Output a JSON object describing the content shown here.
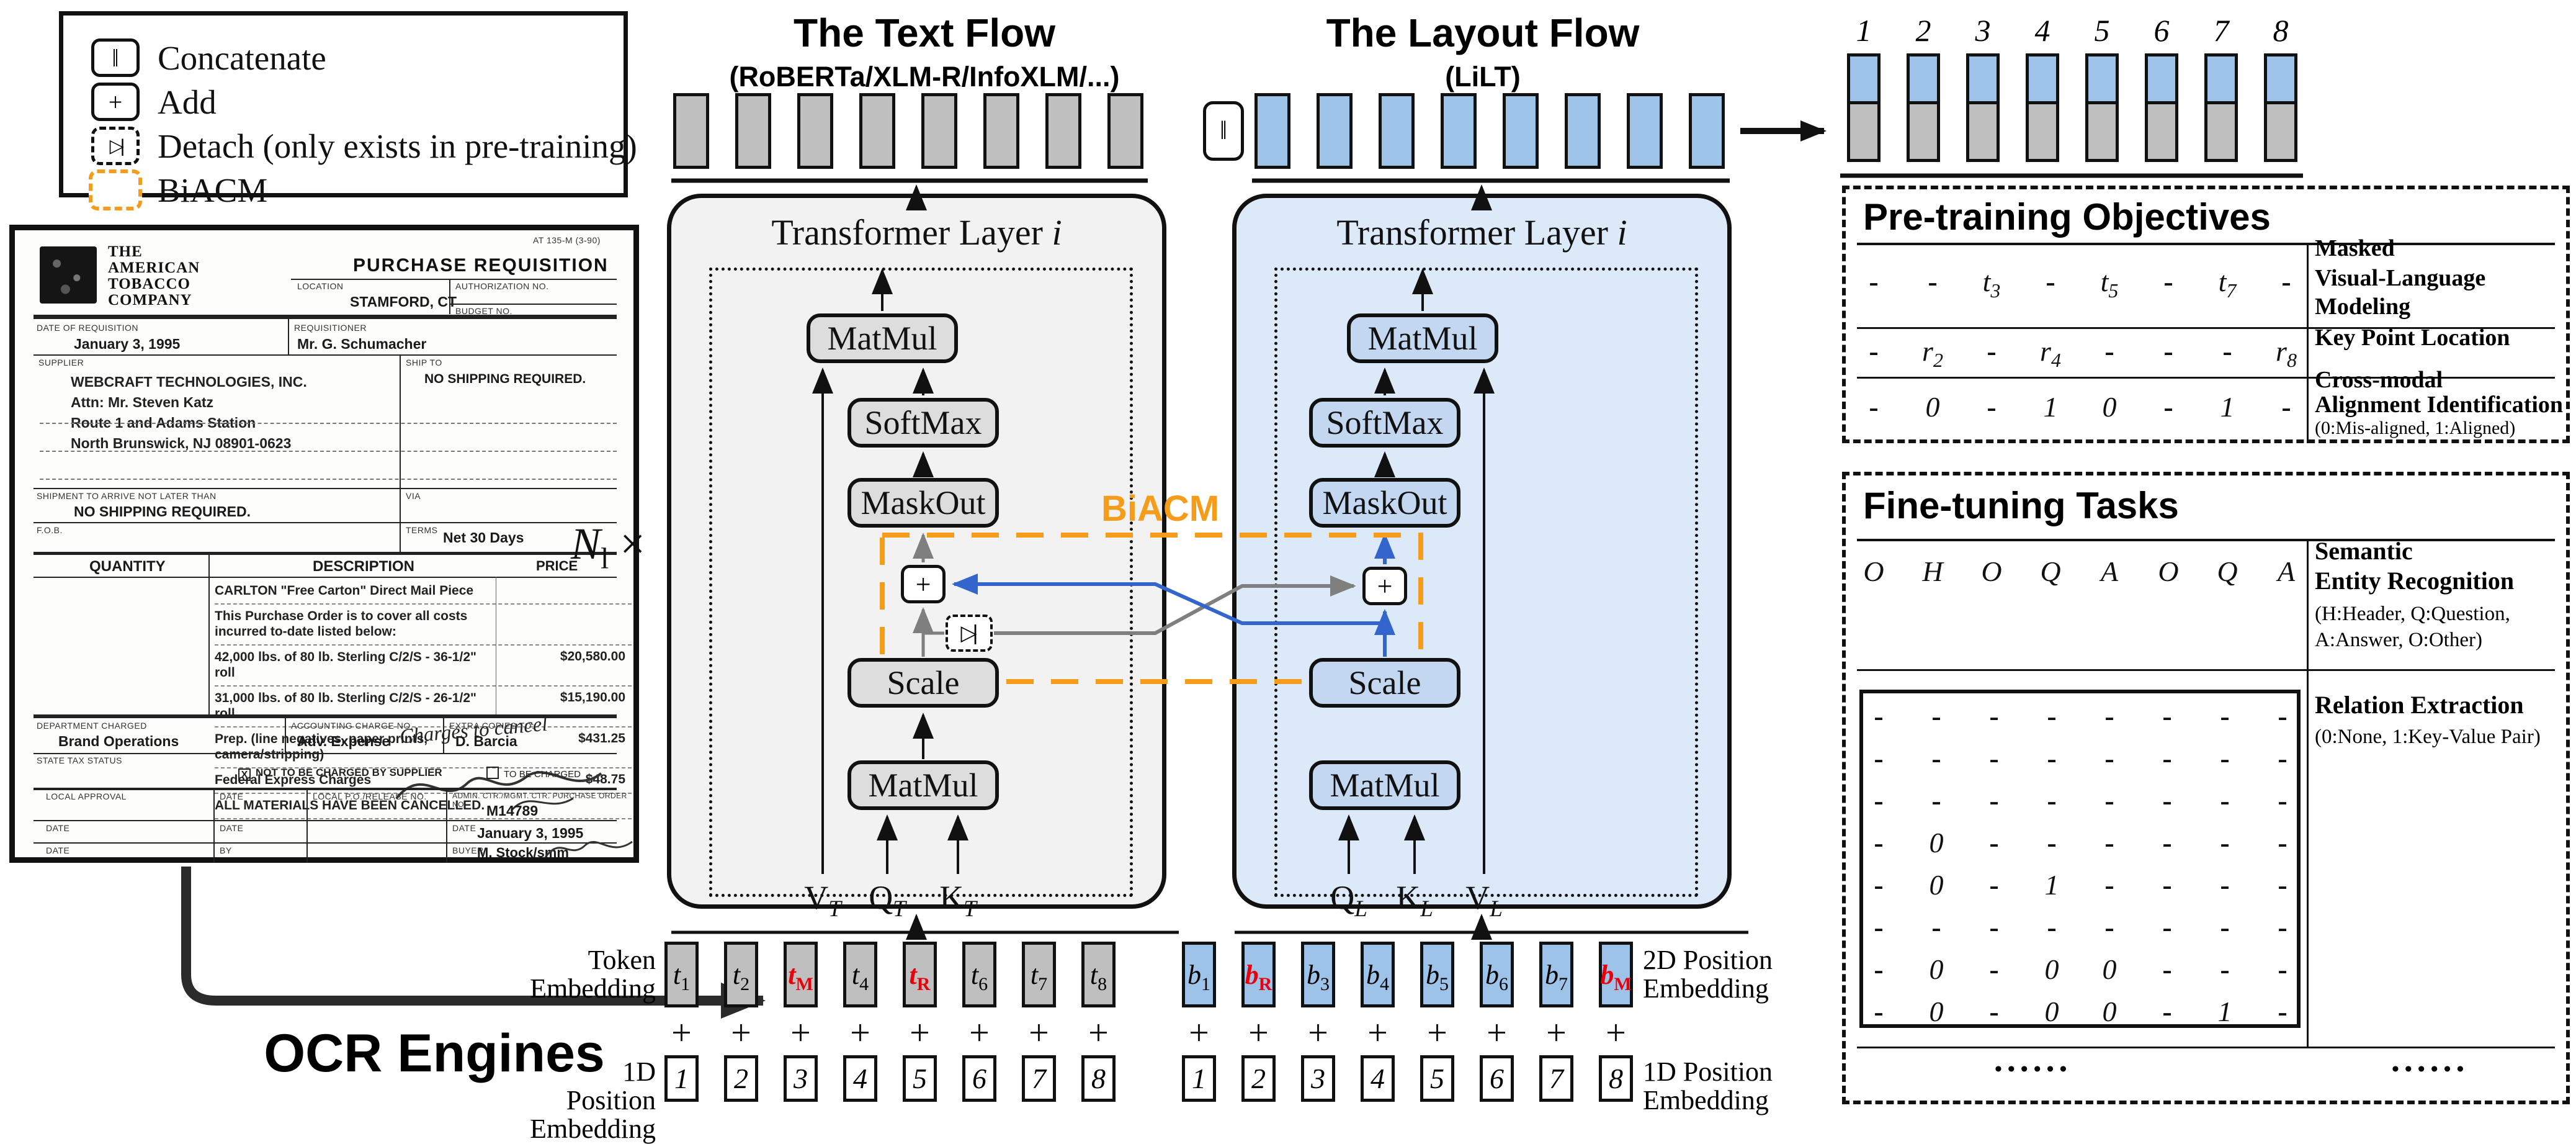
{
  "colors": {
    "accent_orange": "#F59C1A",
    "line_blue": "#3465CD",
    "line_gray": "#7F7F7F",
    "token_gray": "#BFBFBF",
    "token_blue": "#9EC3E8",
    "flow_text_bg": "#F2F2F2",
    "flow_layout_bg": "#DBE9F8",
    "red_token": "#E8000B"
  },
  "symbols": {
    "concat": "‖",
    "plus": "+",
    "detach": "▷|",
    "times": "×",
    "check": "X",
    "dots": "••••••"
  },
  "legend": {
    "items": [
      {
        "icon": "concat-icon",
        "label": "Concatenate"
      },
      {
        "icon": "add-icon",
        "label": "Add"
      },
      {
        "icon": "detach-icon",
        "label": "Detach (only exists in pre-training)"
      },
      {
        "icon": "biacm-icon",
        "label": "BiACM"
      }
    ]
  },
  "document": {
    "form_no": "AT 135-M (3-90)",
    "title": "PURCHASE REQUISITION",
    "company_lines": [
      "THE",
      "AMERICAN",
      "TOBACCO",
      "COMPANY"
    ],
    "location_label": "LOCATION",
    "location": "STAMFORD, CT",
    "auth_label": "AUTHORIZATION NO.",
    "budget_label": "BUDGET NO.",
    "date_req_label": "DATE OF REQUISITION",
    "date_req": "January 3, 1995",
    "requisitioner_label": "REQUISITIONER",
    "requisitioner": "Mr. G. Schumacher",
    "supplier_label": "SUPPLIER",
    "supplier_lines": [
      "WEBCRAFT TECHNOLOGIES, INC.",
      "Attn: Mr. Steven Katz",
      "Route 1 and Adams Station",
      "North Brunswick, NJ 08901-0623"
    ],
    "ship_to_label": "SHIP TO",
    "ship_to": "NO SHIPPING REQUIRED.",
    "arrive_label": "SHIPMENT TO ARRIVE NOT LATER THAN",
    "arrive": "NO SHIPPING REQUIRED.",
    "via_label": "VIA",
    "fob_label": "F.O.B.",
    "terms_label": "TERMS",
    "terms": "Net 30 Days",
    "qty_header": "QUANTITY",
    "desc_header": "DESCRIPTION",
    "price_header": "PRICE",
    "line_items": [
      {
        "desc": "CARLTON \"Free Carton\" Direct Mail Piece",
        "price": ""
      },
      {
        "desc": "This Purchase Order is to cover all costs incurred to-date listed below:",
        "price": ""
      },
      {
        "desc": "42,000 lbs. of 80 lb. Sterling C/2/S - 36-1/2\" roll",
        "price": "$20,580.00"
      },
      {
        "desc": "31,000 lbs. of 80 lb. Sterling C/2/S - 26-1/2\" roll",
        "price": "$15,190.00"
      },
      {
        "desc": "Prep. (line negatives, paper prints, camera/stripping)",
        "price": "$431.25"
      },
      {
        "desc": "Federal Express Charges",
        "price": "$48.75"
      },
      {
        "desc": "ALL MATERIALS HAVE BEEN CANCELLED.",
        "price": ""
      }
    ],
    "handwriting": "Charges to cancel",
    "dept_label": "DEPARTMENT CHARGED",
    "dept": "Brand Operations",
    "acct_label": "ACCOUNTING CHARGE NO.",
    "acct": "Adv. Expense",
    "copies_label": "EXTRA COPIES TO:",
    "copies": "D. Barcia",
    "tax_label": "STATE TAX STATUS",
    "tax_opt1": "NOT TO BE CHARGED BY SUPPLIER",
    "tax_opt2": "TO BE CHARGED",
    "approval": {
      "col1_label": "LOCAL APPROVAL",
      "col2_label": "DATE",
      "col3_label": "LOCAL P.O./RELEASE NO.",
      "col4_label": "ADMIN. CTR./MGMT. CTR. PURCHASE ORDER NO.",
      "po_no": "M14789",
      "row2_label1": "DATE",
      "row2_label2": "DATE",
      "row2_label3": "DATE",
      "row2_value": "January 3, 1995",
      "row3_label1": "DATE",
      "row3_label2": "BY",
      "row3_label3": "BUYER",
      "row3_value": "M. Stock/smm"
    }
  },
  "ocr_label": "OCR Engines",
  "n_layers": {
    "base": "N",
    "sub": "l",
    "times": "×"
  },
  "text_flow": {
    "title": "The Text Flow",
    "subtitle": "(RoBERTa/XLM-R/InfoXLM/...)",
    "layer_title": "Transformer Layer",
    "layer_var": "i",
    "boxes": [
      "MatMul",
      "SoftMax",
      "MaskOut",
      "Scale",
      "MatMul"
    ],
    "inputs": [
      {
        "b": "V",
        "s": "T"
      },
      {
        "b": "Q",
        "s": "T"
      },
      {
        "b": "K",
        "s": "T"
      }
    ]
  },
  "layout_flow": {
    "title": "The Layout Flow",
    "subtitle": "(LiLT)",
    "layer_title": "Transformer Layer",
    "layer_var": "i",
    "boxes": [
      "MatMul",
      "SoftMax",
      "MaskOut",
      "Scale",
      "MatMul"
    ],
    "inputs": [
      {
        "b": "Q",
        "s": "L"
      },
      {
        "b": "K",
        "s": "L"
      },
      {
        "b": "V",
        "s": "L"
      }
    ]
  },
  "biacm_label": "BiACM",
  "output_blocks": {
    "numbers": [
      "1",
      "2",
      "3",
      "4",
      "5",
      "6",
      "7",
      "8"
    ]
  },
  "embeddings": {
    "token_label": [
      "Token",
      "Embedding"
    ],
    "pos1d_label": [
      "1D Position",
      "Embedding"
    ],
    "pos2d_label": [
      "2D Position",
      "Embedding"
    ],
    "text_tokens": [
      {
        "b": "t",
        "s": "1"
      },
      {
        "b": "t",
        "s": "2"
      },
      {
        "b": "t",
        "s": "M",
        "red": true
      },
      {
        "b": "t",
        "s": "4"
      },
      {
        "b": "t",
        "s": "R",
        "red": true
      },
      {
        "b": "t",
        "s": "6"
      },
      {
        "b": "t",
        "s": "7"
      },
      {
        "b": "t",
        "s": "8"
      }
    ],
    "layout_tokens": [
      {
        "b": "b",
        "s": "1"
      },
      {
        "b": "b",
        "s": "R",
        "red": true
      },
      {
        "b": "b",
        "s": "3"
      },
      {
        "b": "b",
        "s": "4"
      },
      {
        "b": "b",
        "s": "5"
      },
      {
        "b": "b",
        "s": "6"
      },
      {
        "b": "b",
        "s": "7"
      },
      {
        "b": "b",
        "s": "M",
        "red": true
      }
    ],
    "positions": [
      "1",
      "2",
      "3",
      "4",
      "5",
      "6",
      "7",
      "8"
    ]
  },
  "pretraining": {
    "title": "Pre-training Objectives",
    "rows": [
      {
        "cells": [
          {
            "v": "-"
          },
          {
            "v": "-"
          },
          {
            "b": "t",
            "s": "3"
          },
          {
            "v": "-"
          },
          {
            "b": "t",
            "s": "5"
          },
          {
            "v": "-"
          },
          {
            "b": "t",
            "s": "7"
          },
          {
            "v": "-"
          }
        ],
        "label": [
          {
            "t": "Masked",
            "bold": true
          },
          {
            "t": "Visual-Language Modeling",
            "bold": true
          }
        ]
      },
      {
        "cells": [
          {
            "v": "-"
          },
          {
            "b": "r",
            "s": "2"
          },
          {
            "v": "-"
          },
          {
            "b": "r",
            "s": "4"
          },
          {
            "v": "-"
          },
          {
            "v": "-"
          },
          {
            "v": "-"
          },
          {
            "b": "r",
            "s": "8"
          }
        ],
        "label": [
          {
            "t": "Key Point Location",
            "bold": true
          }
        ]
      },
      {
        "cells": [
          {
            "v": "-"
          },
          {
            "v": "0"
          },
          {
            "v": "-"
          },
          {
            "v": "1"
          },
          {
            "v": "0"
          },
          {
            "v": "-"
          },
          {
            "v": "1"
          },
          {
            "v": "-"
          }
        ],
        "label": [
          {
            "t": "Cross-modal",
            "bold": true
          },
          {
            "t": "Alignment Identification",
            "bold": true
          },
          {
            "t": "(0:Mis-aligned, 1:Aligned)",
            "bold": false
          }
        ]
      }
    ]
  },
  "finetuning": {
    "title": "Fine-tuning Tasks",
    "ser_cells": [
      "O",
      "H",
      "O",
      "Q",
      "A",
      "O",
      "Q",
      "A"
    ],
    "ser_label": [
      {
        "t": "Semantic",
        "bold": true
      },
      {
        "t": "Entity Recognition",
        "bold": true
      },
      {
        "t": "(H:Header, Q:Question,",
        "bold": false
      },
      {
        "t": "A:Answer, O:Other)",
        "bold": false
      }
    ],
    "re_matrix": [
      [
        "-",
        "-",
        "-",
        "-",
        "-",
        "-",
        "-",
        "-"
      ],
      [
        "-",
        "-",
        "-",
        "-",
        "-",
        "-",
        "-",
        "-"
      ],
      [
        "-",
        "-",
        "-",
        "-",
        "-",
        "-",
        "-",
        "-"
      ],
      [
        "-",
        "0",
        "-",
        "-",
        "-",
        "-",
        "-",
        "-"
      ],
      [
        "-",
        "0",
        "-",
        "1",
        "-",
        "-",
        "-",
        "-"
      ],
      [
        "-",
        "-",
        "-",
        "-",
        "-",
        "-",
        "-",
        "-"
      ],
      [
        "-",
        "0",
        "-",
        "0",
        "0",
        "-",
        "-",
        "-"
      ],
      [
        "-",
        "0",
        "-",
        "0",
        "0",
        "-",
        "1",
        "-"
      ]
    ],
    "re_label": [
      {
        "t": "Relation Extraction",
        "bold": true
      },
      {
        "t": "(0:None, 1:Key-Value Pair)",
        "bold": false
      }
    ],
    "dots_left": "••••••",
    "dots_right": "••••••"
  }
}
